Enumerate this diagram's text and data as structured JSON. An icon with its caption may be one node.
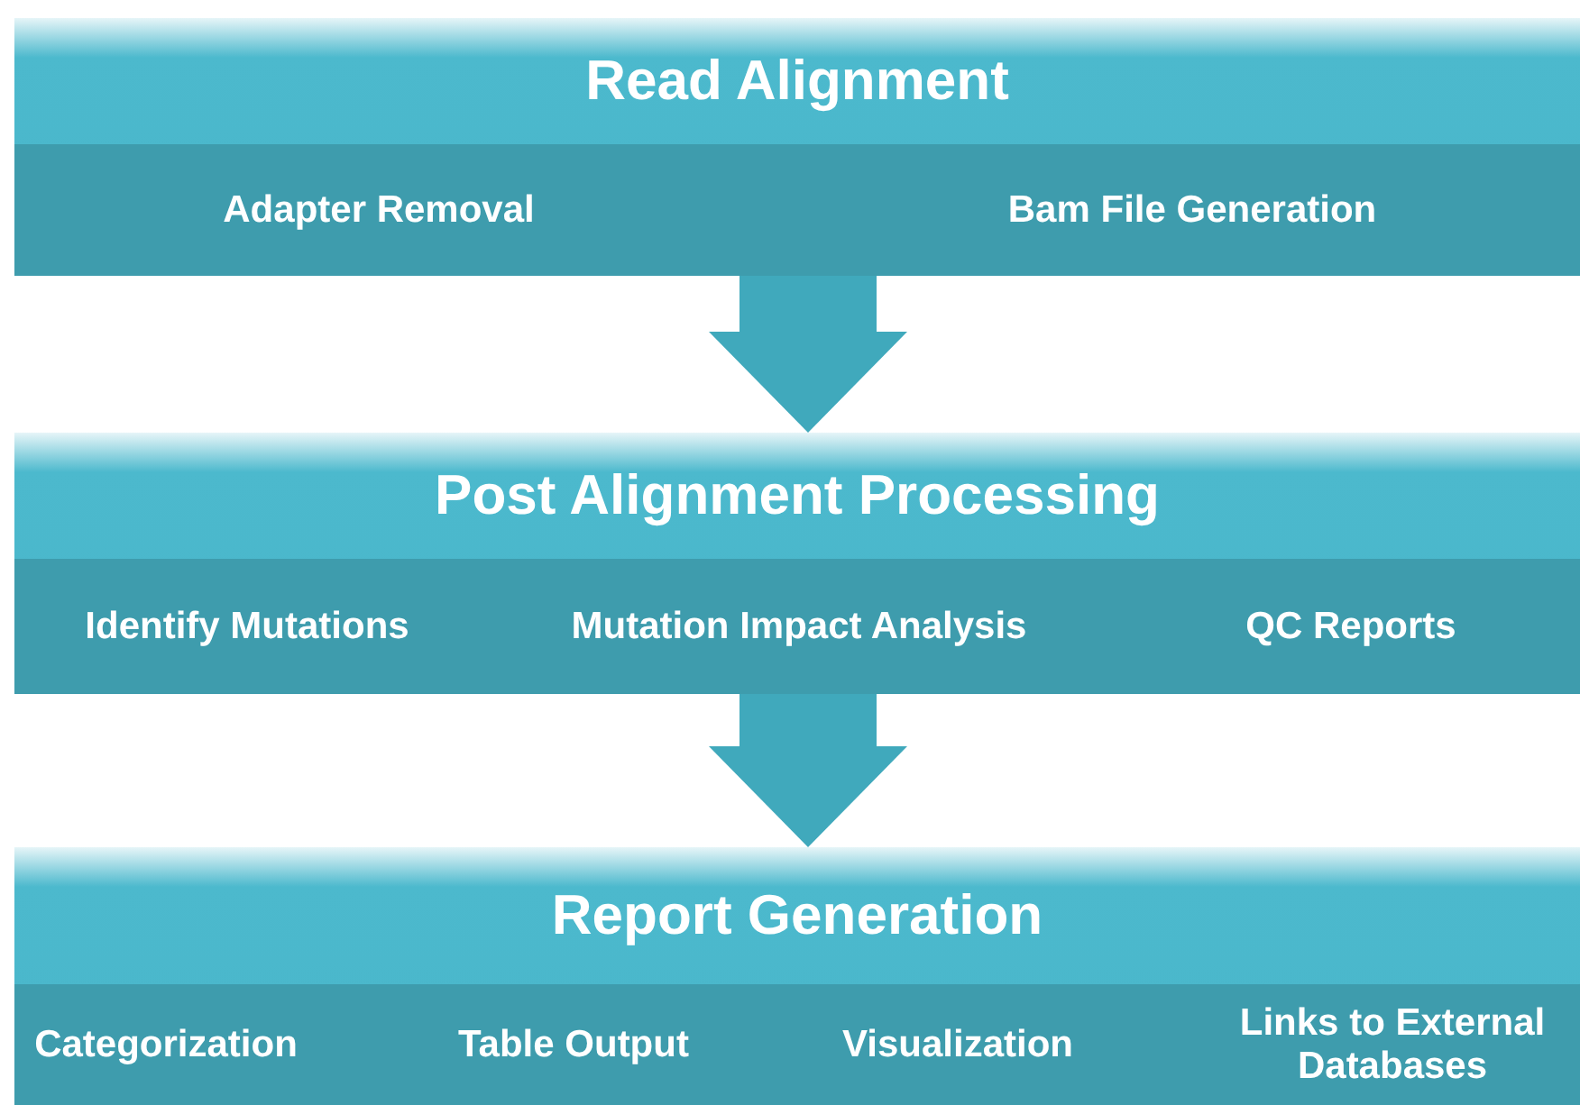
{
  "diagram": {
    "nodes": [
      {
        "text": [
          "Read Alignment"
        ]
      },
      {
        "text": [
          "Adapter Removal",
          "Bam File Generation"
        ],
        "in": 0
      },
      {
        "text": [
          "Post Alignment Processing"
        ]
      },
      {
        "text": [
          "Identify Mutations",
          "Mutation Impact Analysis",
          "QC Reports"
        ],
        "in": 2
      },
      {
        "text": [
          "Report Generation"
        ]
      },
      {
        "text": [
          "Categorization",
          "Table Output",
          "Visualization",
          "Links to External Databases"
        ],
        "in": 4
      }
    ],
    "edges": [
      {
        "from": 0,
        "to": 2,
        "arrow": "to"
      },
      {
        "from": 2,
        "to": 4,
        "arrow": "to"
      }
    ]
  }
}
